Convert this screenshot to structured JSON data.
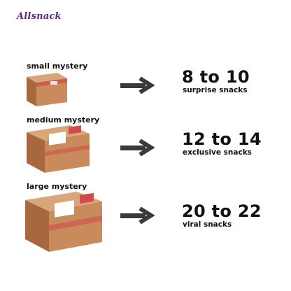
{
  "brand": {
    "logo_text": "Allsnack",
    "color": "#5b2a86"
  },
  "tiers": [
    {
      "label": "small mystery",
      "range": "8 to 10",
      "description": "surprise snacks",
      "arrow_icon": "right-arrow-icon",
      "box_icon": "cardboard-box-icon"
    },
    {
      "label": "medium mystery",
      "range": "12 to 14",
      "description": "exclusive snacks",
      "arrow_icon": "right-arrow-icon",
      "box_icon": "cardboard-box-icon"
    },
    {
      "label": "large mystery",
      "range": "20 to 22",
      "description": "viral snacks",
      "arrow_icon": "right-arrow-icon",
      "box_icon": "cardboard-box-icon"
    }
  ],
  "colors": {
    "box": "#c98a5c",
    "box_dark": "#a8683f",
    "tape": "#d24a4a",
    "arrow": "#3a3a3a",
    "text": "#111111"
  }
}
